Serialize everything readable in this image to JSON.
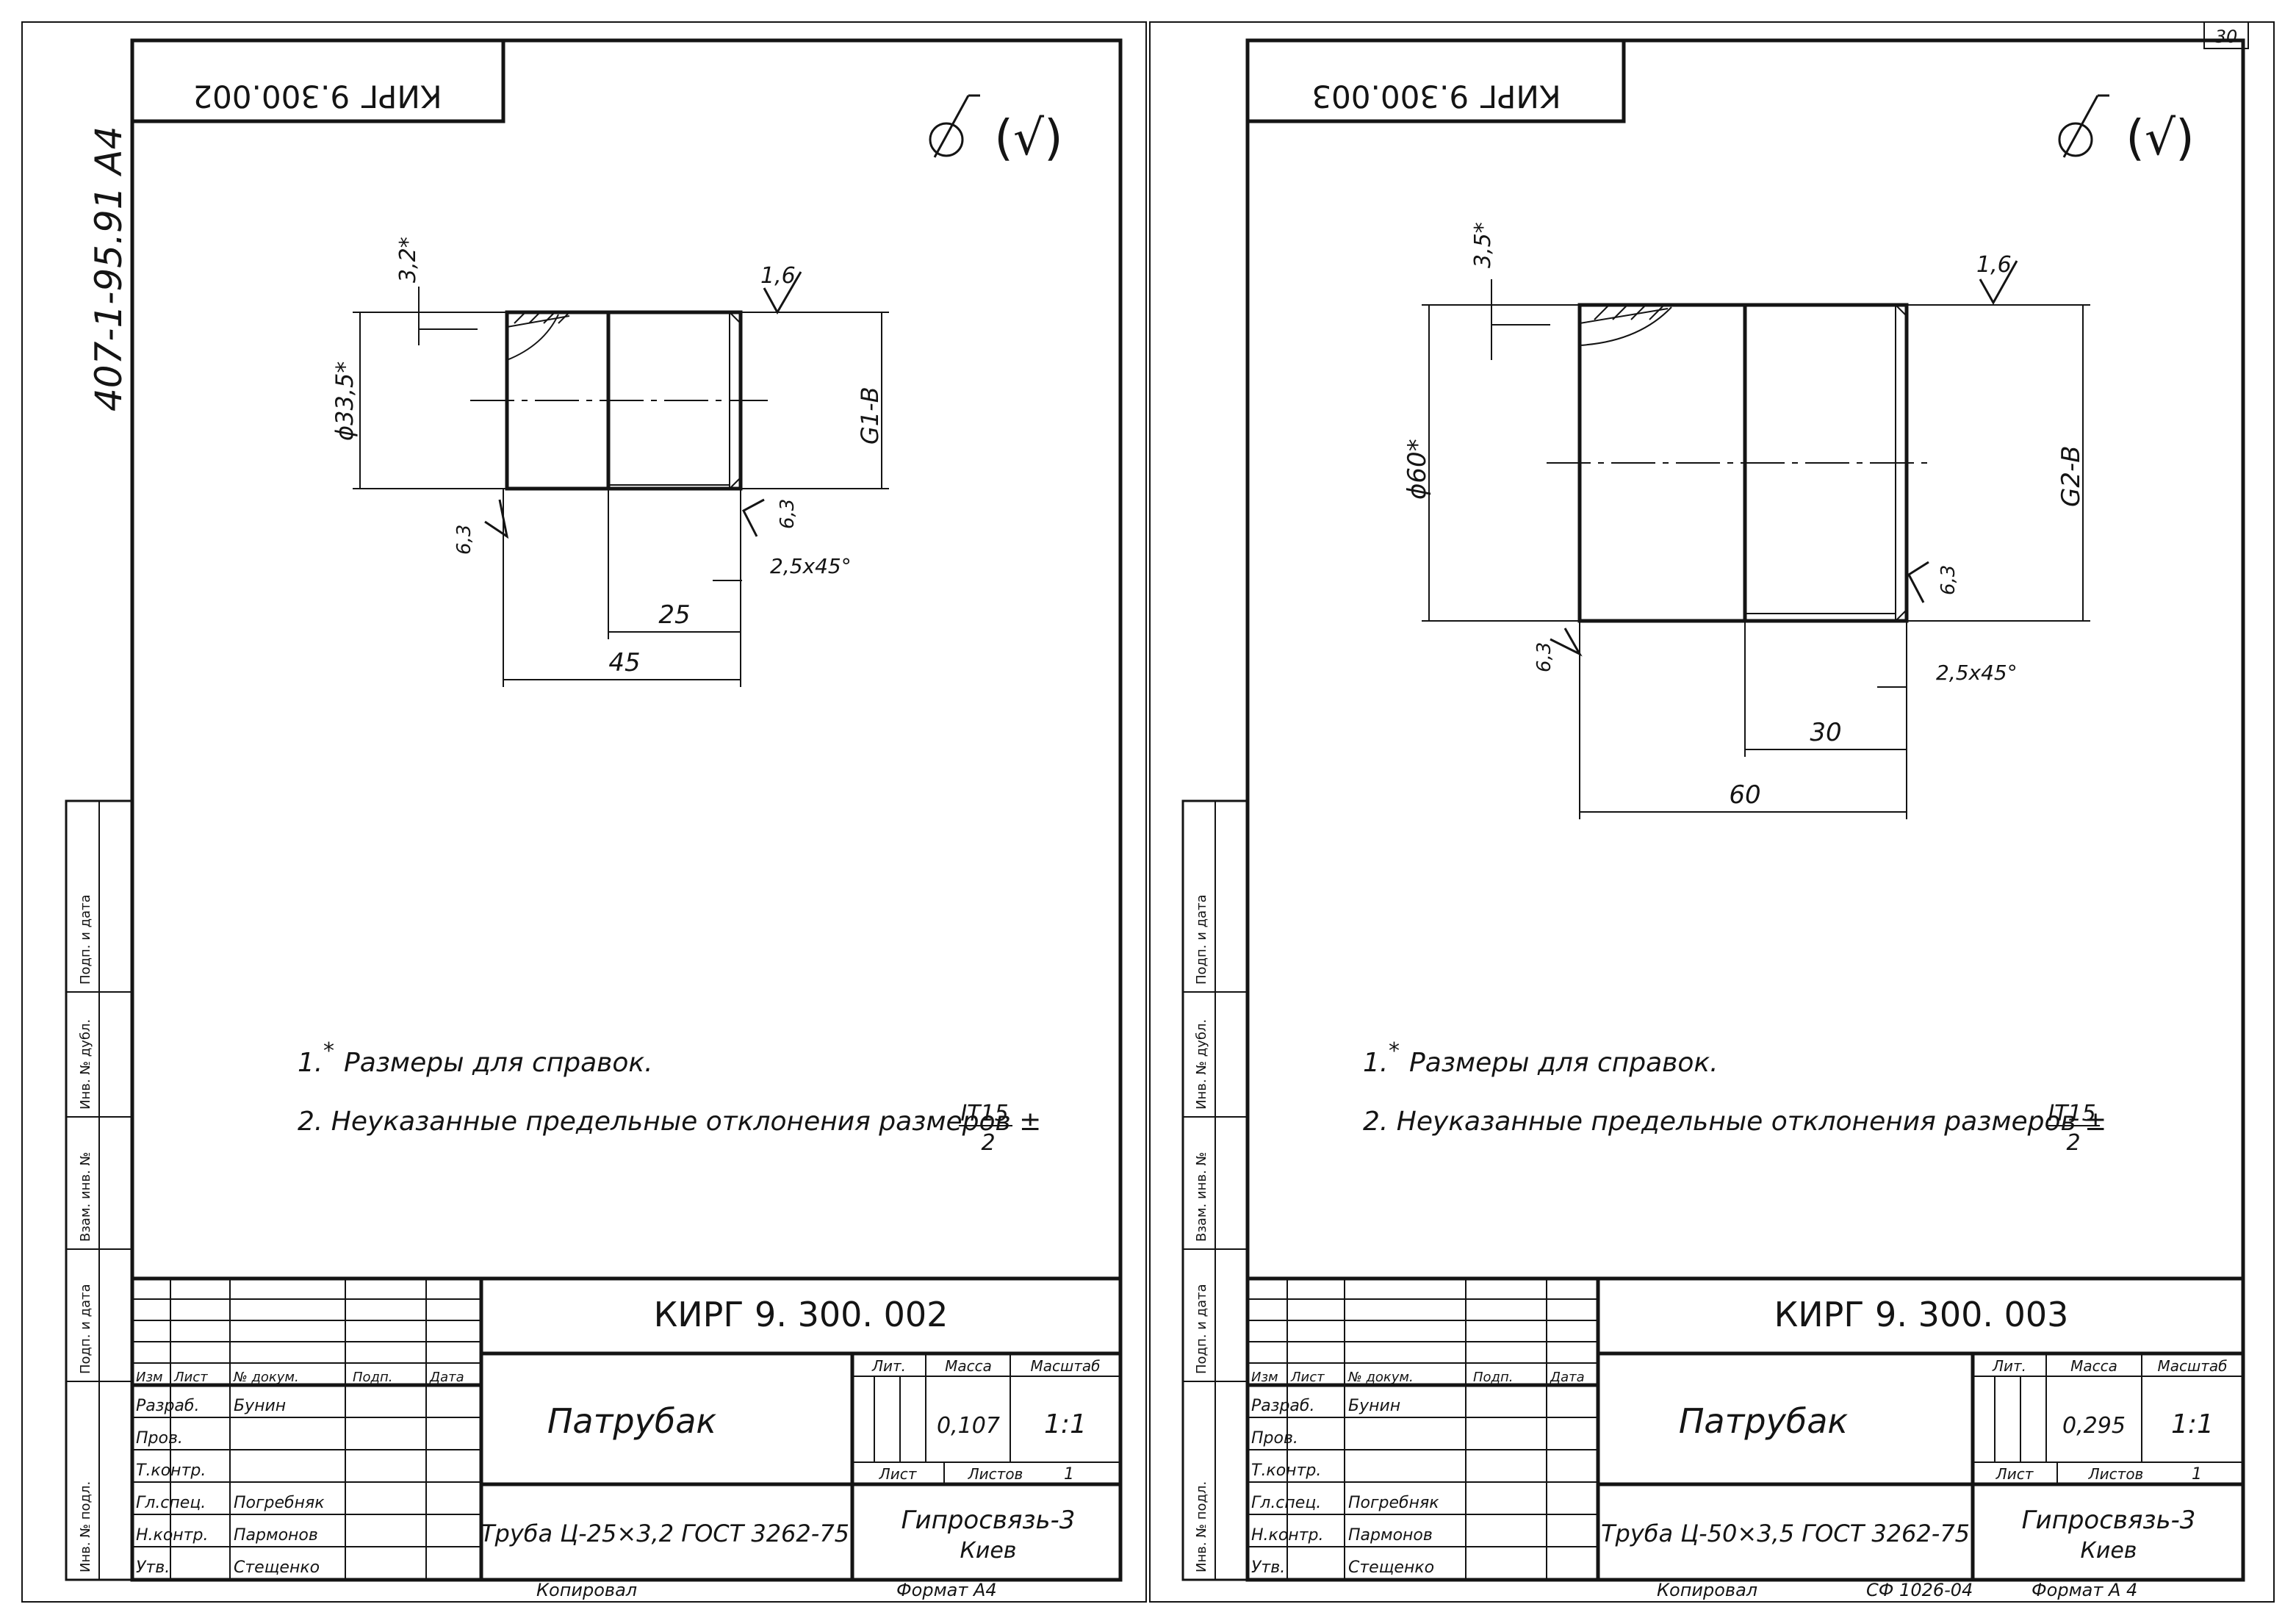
{
  "page_number": "30",
  "margin_stamp": "407-1-95.91 A4",
  "side_stamp_labels": [
    "Подп. и дата",
    "Инв. № дубл.",
    "Взам. инв. №",
    "Подп. и дата",
    "Инв. № подл."
  ],
  "footer": {
    "copied": "Копировал",
    "format_left": "Формат А4",
    "copied_right": "Копировал",
    "cf": "СФ 1026-04",
    "format_right": "Формат А 4"
  },
  "sheets": [
    {
      "mirror_code": "КИРГ 9.300.002",
      "roughness_symbol": "(√)",
      "dims": {
        "wall": "3,2*",
        "rough_top": "1,6",
        "diameter": "ϕ33,5*",
        "thread": "G1-B",
        "rough_left": "6,3",
        "rough_bore": "6,3",
        "chamfer": "2,5x45°",
        "thread_len": "25",
        "length": "45"
      },
      "notes": {
        "n1_num": "1.",
        "n1_star": "*",
        "n1_text": "Размеры для справок.",
        "n2_text": "2. Неуказанные предельные отклонения размеров ±",
        "n2_num": "IT15",
        "n2_den": "2"
      },
      "title_block": {
        "code": "КИРГ 9. 300. 002",
        "name": "Патрубак",
        "material": "Труба Ц-25×3,2 ГОСТ 3262-75",
        "org_line1": "Гипросвязь-3",
        "org_line2": "Киев",
        "lit": "Лит.",
        "mass_label": "Масса",
        "scale_label": "Масштаб",
        "mass": "0,107",
        "scale": "1:1",
        "sheet_label": "Лист",
        "sheets_label": "Листов",
        "sheets_count": "1",
        "header": [
          "Изм",
          "Лист",
          "№ докум.",
          "Подп.",
          "Дата"
        ],
        "roles": [
          "Разраб.",
          "Пров.",
          "Т.контр.",
          "Гл.спец.",
          "Н.контр.",
          "Утв."
        ],
        "names": [
          "Бунин",
          "",
          "",
          "Погребняк",
          "Пармонов",
          "Стещенко"
        ]
      }
    },
    {
      "mirror_code": "КИРГ 9.300.003",
      "roughness_symbol": "(√)",
      "dims": {
        "wall": "3,5*",
        "rough_top": "1,6",
        "diameter": "ϕ60*",
        "thread": "G2-B",
        "rough_left": "6,3",
        "rough_bore": "6,3",
        "chamfer": "2,5x45°",
        "thread_len": "30",
        "length": "60"
      },
      "notes": {
        "n1_num": "1.",
        "n1_star": "*",
        "n1_text": "Размеры для справок.",
        "n2_text": "2. Неуказанные предельные отклонения размеров ±",
        "n2_num": "IT15",
        "n2_den": "2"
      },
      "title_block": {
        "code": "КИРГ 9. 300. 003",
        "name": "Патрубак",
        "material": "Труба Ц-50×3,5 ГОСТ 3262-75",
        "org_line1": "Гипросвязь-3",
        "org_line2": "Киев",
        "lit": "Лит.",
        "mass_label": "Масса",
        "scale_label": "Масштаб",
        "mass": "0,295",
        "scale": "1:1",
        "sheet_label": "Лист",
        "sheets_label": "Листов",
        "sheets_count": "1",
        "header": [
          "Изм",
          "Лист",
          "№ докум.",
          "Подп.",
          "Дата"
        ],
        "roles": [
          "Разраб.",
          "Пров.",
          "Т.контр.",
          "Гл.спец.",
          "Н.контр.",
          "Утв."
        ],
        "names": [
          "Бунин",
          "",
          "",
          "Погребняк",
          "Пармонов",
          "Стещенко"
        ]
      }
    }
  ]
}
